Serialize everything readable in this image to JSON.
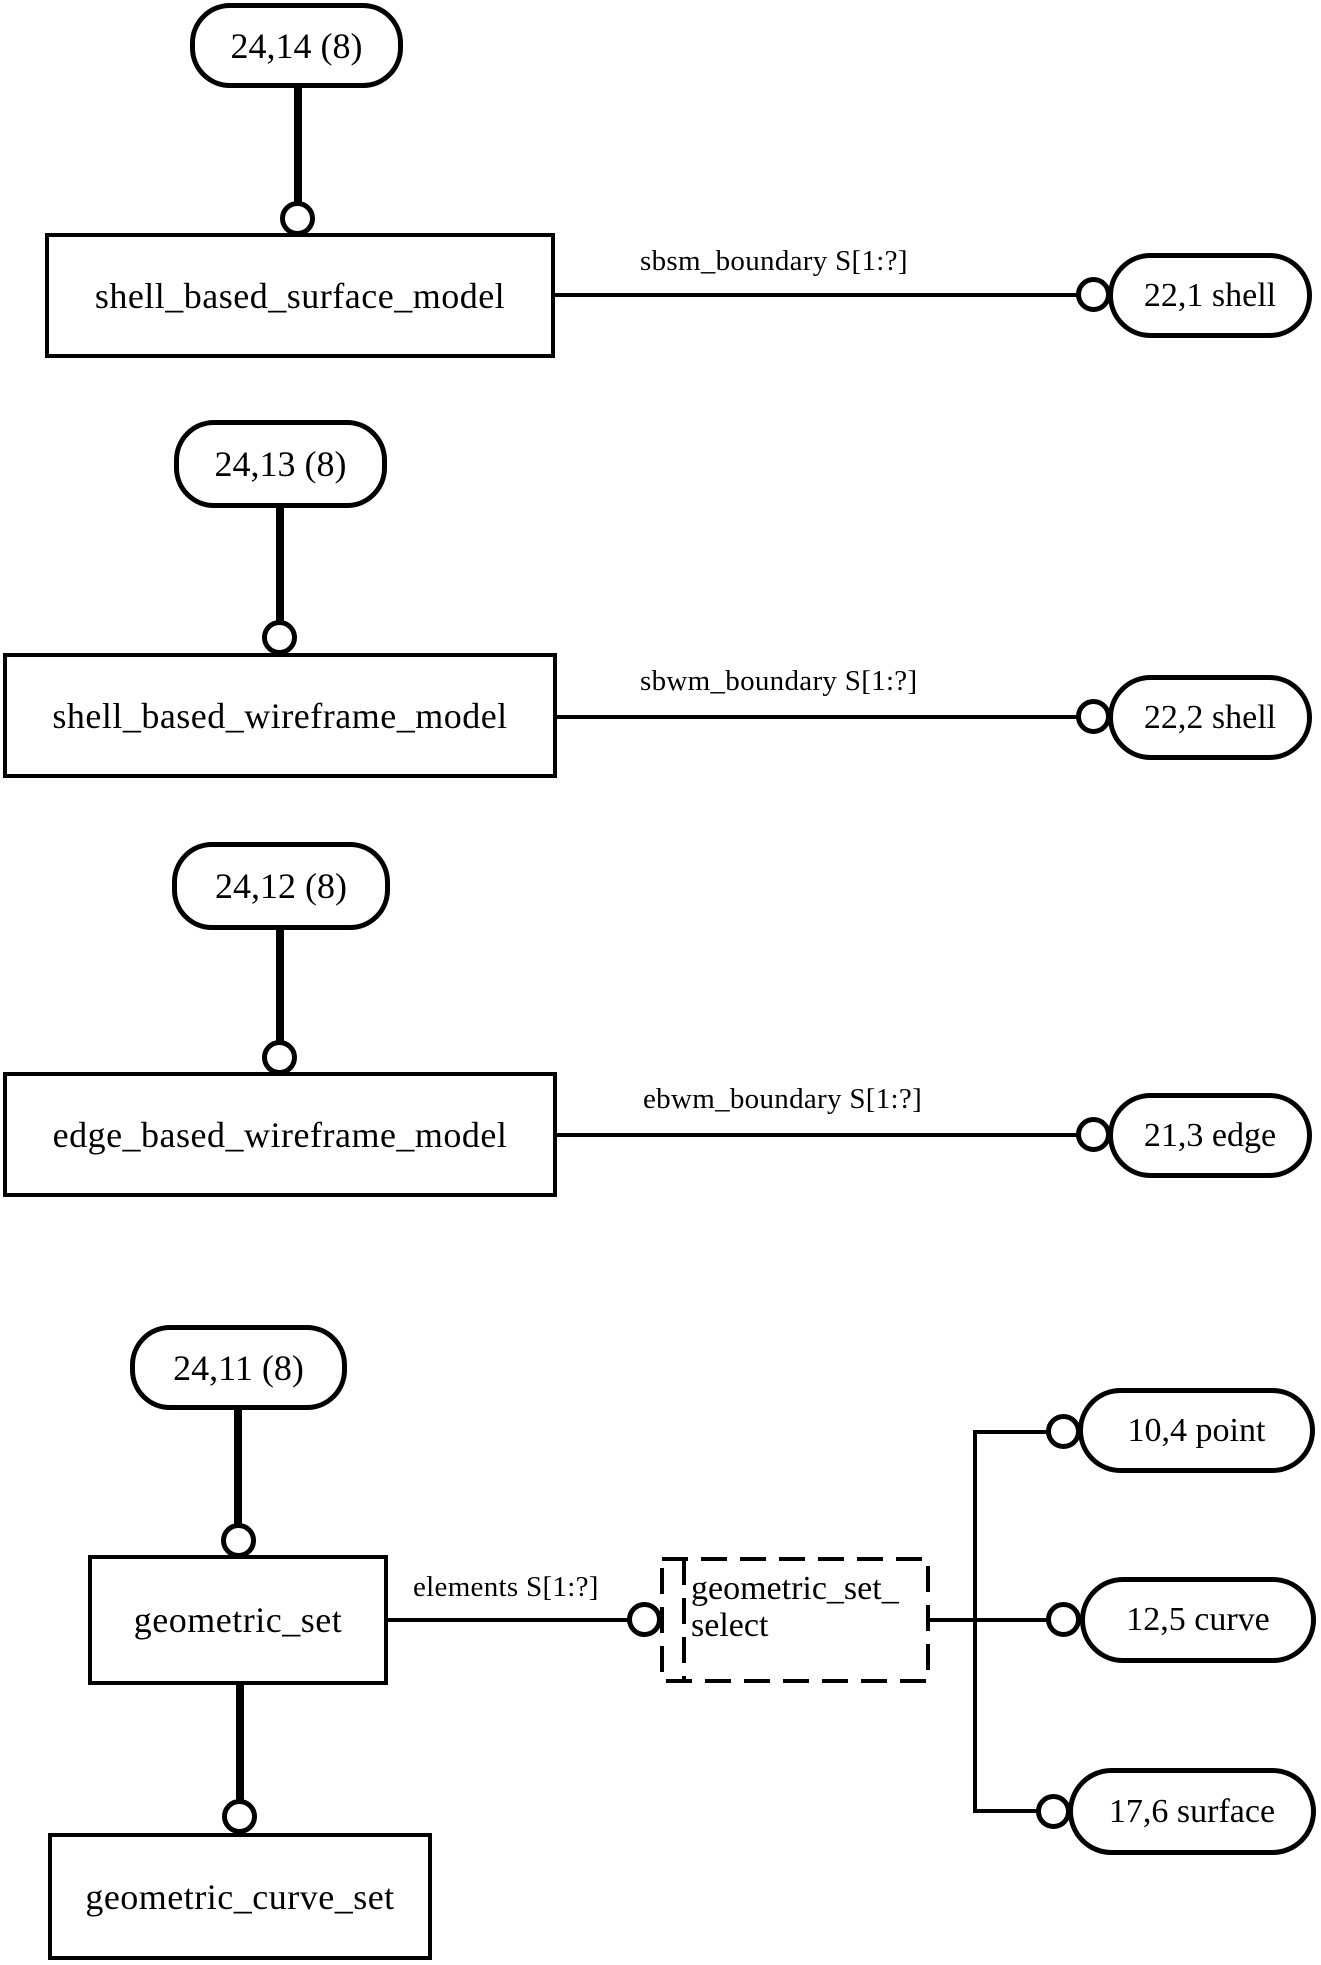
{
  "diagram": {
    "sections": [
      {
        "page_ref": "24,14 (8)",
        "entity": "shell_based_surface_model",
        "relation_label": "sbsm_boundary S[1:?]",
        "target": "22,1 shell"
      },
      {
        "page_ref": "24,13 (8)",
        "entity": "shell_based_wireframe_model",
        "relation_label": "sbwm_boundary S[1:?]",
        "target": "22,2 shell"
      },
      {
        "page_ref": "24,12 (8)",
        "entity": "edge_based_wireframe_model",
        "relation_label": "ebwm_boundary S[1:?]",
        "target": "21,3 edge"
      },
      {
        "page_ref": "24,11 (8)",
        "entity": "geometric_set",
        "relation_label": "elements S[1:?]",
        "select_type_line1": "geometric_set_",
        "select_type_line2": "select",
        "targets": [
          "10,4 point",
          "12,5 curve",
          "17,6 surface"
        ],
        "subtype_entity": "geometric_curve_set"
      }
    ]
  }
}
